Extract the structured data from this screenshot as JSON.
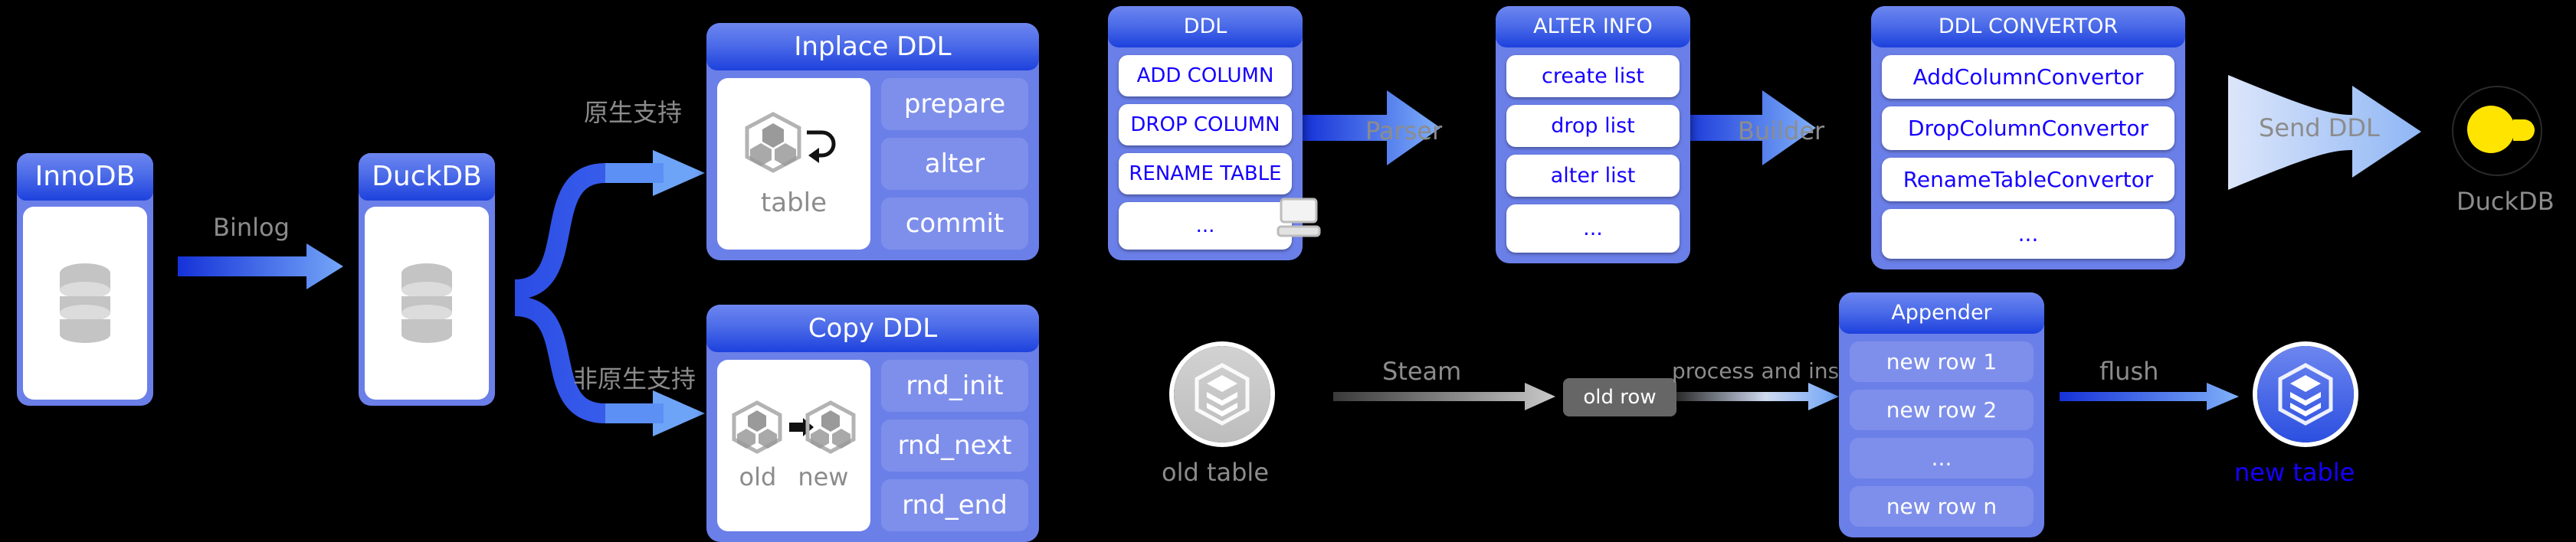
{
  "left_flow": {
    "innodb": {
      "title": "InnoDB",
      "icon": "database-cylinder-icon"
    },
    "duckdb": {
      "title": "DuckDB",
      "icon": "database-cylinder-icon"
    },
    "binlog_label": "Binlog",
    "branch_top_label": "原生支持",
    "branch_bottom_label": "非原生支持",
    "inplace_ddl": {
      "title": "Inplace DDL",
      "icon_label": "table",
      "icon": "table-hexagon-loop-icon",
      "steps": [
        "prepare",
        "alter",
        "commit"
      ]
    },
    "copy_ddl": {
      "title": "Copy DDL",
      "icon_old_label": "old",
      "icon_new_label": "new",
      "icon": "table-hexagon-old-new-icon",
      "steps": [
        "rnd_init",
        "rnd_next",
        "rnd_end"
      ]
    }
  },
  "ddl_pipeline": {
    "ddl": {
      "title": "DDL",
      "items": [
        "ADD COLUMN",
        "DROP COLUMN",
        "RENAME TABLE",
        "..."
      ],
      "overlay_icon": "monitor-icon"
    },
    "parser_label": "Parser",
    "alter_info": {
      "title": "ALTER INFO",
      "items": [
        "create list",
        "drop list",
        "alter list",
        "..."
      ]
    },
    "builder_label": "Builder",
    "ddl_convertor": {
      "title": "DDL CONVERTOR",
      "items": [
        "AddColumnConvertor",
        "DropColumnConvertor",
        "RenameTableConvertor",
        "..."
      ]
    },
    "send_ddl_label": "Send DDL",
    "duckdb_logo_label": "DuckDB"
  },
  "copy_pipeline": {
    "old_table_label": "old table",
    "old_table_icon": "stacked-layers-hexagon-icon",
    "steam_label": "Steam",
    "old_row_label": "old row",
    "process_label": "process and insert",
    "appender": {
      "title": "Appender",
      "rows": [
        "new row 1",
        "new row 2",
        "...",
        "new row n"
      ]
    },
    "flush_label": "flush",
    "new_table_label": "new table",
    "new_table_icon": "stacked-layers-hexagon-icon"
  },
  "colors": {
    "background": "#000000",
    "card_body": "#6b7fe8",
    "card_header_top": "#6d86ef",
    "card_header_bottom": "#1d41dd",
    "pill_text": "#1500ff",
    "label_gray": "#8c8c8c",
    "duck_yellow": "#ffe400",
    "arrow_blue_dark": "#1f47e0",
    "arrow_blue_light": "#6ea4f7",
    "old_row_chip": "#666666"
  }
}
